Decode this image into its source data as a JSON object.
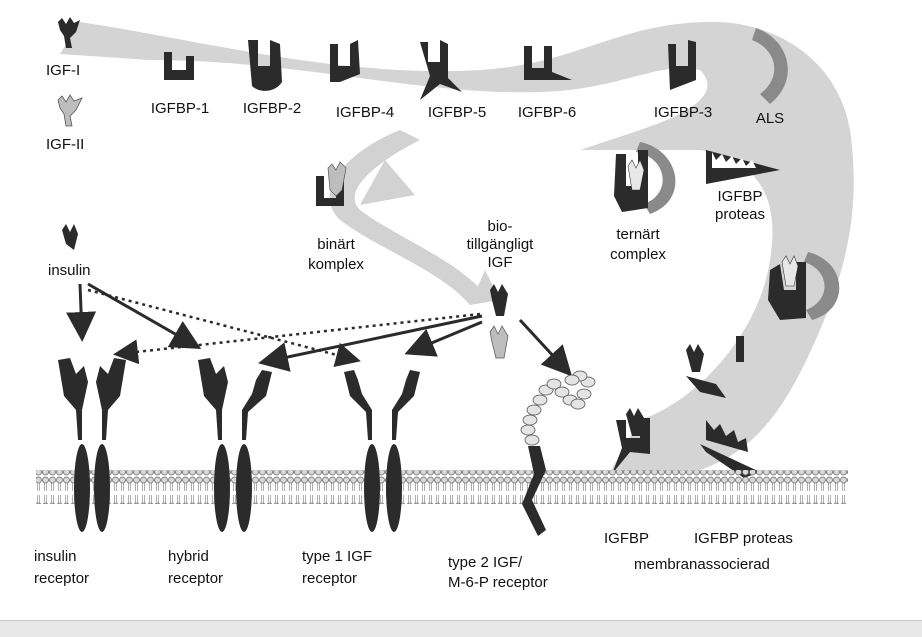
{
  "labels": {
    "igf1": "IGF-I",
    "igf2": "IGF-II",
    "igfbp1": "IGFBP-1",
    "igfbp2": "IGFBP-2",
    "igfbp4": "IGFBP-4",
    "igfbp5": "IGFBP-5",
    "igfbp6": "IGFBP-6",
    "igfbp3": "IGFBP-3",
    "als": "ALS",
    "binary_line1": "binärt",
    "binary_line2": "komplex",
    "bio_line1": "bio-",
    "bio_line2": "tillgängligt",
    "bio_line3": "IGF",
    "ternary_line1": "ternärt",
    "ternary_line2": "complex",
    "protease_line1": "IGFBP",
    "protease_line2": "proteas",
    "insulin": "insulin",
    "insulin_receptor_line1": "insulin",
    "insulin_receptor_line2": "receptor",
    "hybrid_receptor_line1": "hybrid",
    "hybrid_receptor_line2": "receptor",
    "type1_line1": "type 1 IGF",
    "type1_line2": "receptor",
    "type2_line1": "type 2 IGF/",
    "type2_line2": "M-6-P receptor",
    "membrane_igfbp": "IGFBP",
    "membrane_proteas": "IGFBP proteas",
    "membrane_assoc": "membranassocierad"
  },
  "colors": {
    "dark": "#2b2b2b",
    "flow_gray": "#d2d2d2",
    "als_gray": "#8a8a8a",
    "membrane_bead": "#c9c9c9"
  }
}
